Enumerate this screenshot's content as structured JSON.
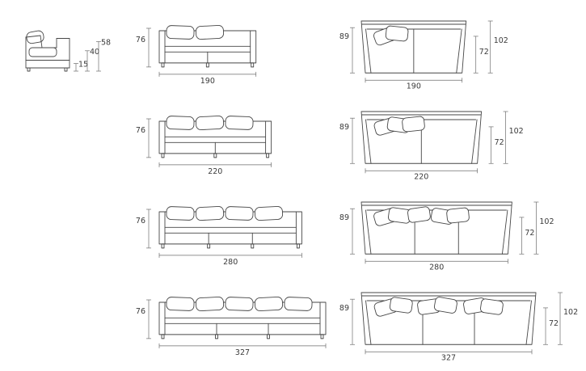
{
  "sheet": {
    "description_colors": {
      "line": "#474747",
      "dim_line": "#6e6e6e",
      "label": "#3a3a3a",
      "background": "#ffffff"
    }
  },
  "side_view": {
    "dims": [
      {
        "label": "15"
      },
      {
        "label": "40"
      },
      {
        "label": "58"
      }
    ]
  },
  "rows": [
    {
      "front": {
        "height": "76",
        "width": "190",
        "pillows": 2,
        "seats": 2
      },
      "top": {
        "back_depth": "89",
        "width": "190",
        "seat_depth": "72",
        "total_depth": "102",
        "pillows": 2,
        "seats": 2
      }
    },
    {
      "front": {
        "height": "76",
        "width": "220",
        "pillows": 3,
        "seats": 2
      },
      "top": {
        "back_depth": "89",
        "width": "220",
        "seat_depth": "72",
        "total_depth": "102",
        "pillows": 3,
        "seats": 2
      }
    },
    {
      "front": {
        "height": "76",
        "width": "280",
        "pillows": 4,
        "seats": 3
      },
      "top": {
        "back_depth": "89",
        "width": "280",
        "seat_depth": "72",
        "total_depth": "102",
        "pillows": 5,
        "seats": 3
      }
    },
    {
      "front": {
        "height": "76",
        "width": "327",
        "pillows": 5,
        "seats": 3
      },
      "top": {
        "back_depth": "89",
        "width": "327",
        "seat_depth": "72",
        "total_depth": "102",
        "pillows": 6,
        "seats": 3
      }
    }
  ]
}
